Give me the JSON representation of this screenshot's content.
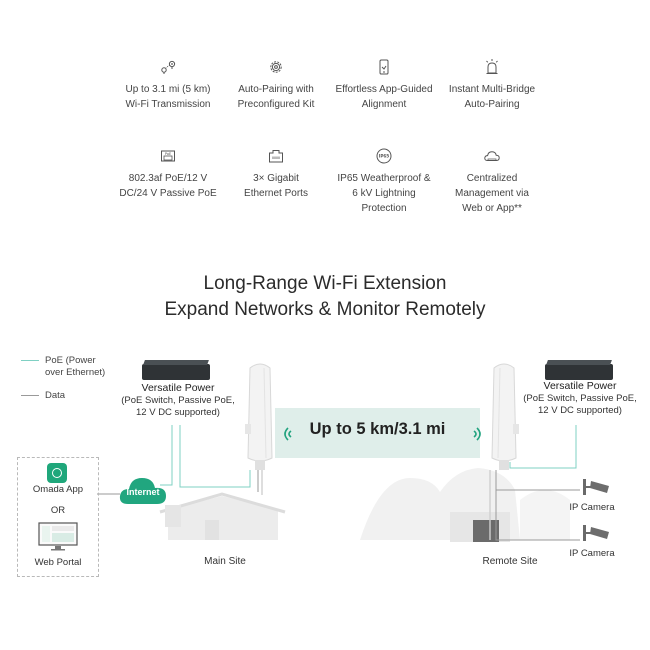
{
  "features": [
    {
      "icon": "location-range-icon",
      "line1": "Up to 3.1 mi (5 km)",
      "line2": "Wi-Fi Transmission",
      "line3": ""
    },
    {
      "icon": "gear-icon",
      "line1": "Auto-Pairing with",
      "line2": "Preconfigured Kit",
      "line3": ""
    },
    {
      "icon": "phone-icon",
      "line1": "Effortless App-Guided",
      "line2": "Alignment",
      "line3": ""
    },
    {
      "icon": "beacon-icon",
      "line1": "Instant Multi-Bridge",
      "line2": "Auto-Pairing",
      "line3": ""
    },
    {
      "icon": "poe-port-icon",
      "line1": "802.3af PoE/12 V",
      "line2": "DC/24 V Passive PoE",
      "line3": ""
    },
    {
      "icon": "ethernet-port-icon",
      "line1": "3× Gigabit",
      "line2": "Ethernet Ports",
      "line3": ""
    },
    {
      "icon": "ip65-badge-icon",
      "line1": "IP65 Weatherproof &",
      "line2": "6 kV Lightning",
      "line3": "Protection"
    },
    {
      "icon": "cloud-icon",
      "line1": "Centralized",
      "line2": "Management via",
      "line3": "Web or App**"
    }
  ],
  "headline": {
    "line1": "Long-Range Wi-Fi Extension",
    "line2": "Expand Networks & Monitor Remotely"
  },
  "legend": {
    "poe_line1": "PoE (Power",
    "poe_line2": "over Ethernet)",
    "data": "Data",
    "poe_color": "#7fd0c3",
    "data_color": "#9a9a9a"
  },
  "left_power": {
    "line1": "Versatile Power",
    "line2": "(PoE Switch, Passive PoE,",
    "line3": "12 V DC supported)"
  },
  "right_power": {
    "line1": "Versatile Power",
    "line2": "(PoE Switch, Passive PoE,",
    "line3": "12 V DC supported)"
  },
  "range_banner": "Up to 5 km/3.1 mi",
  "internet": "Internet",
  "management": {
    "app": "Omada App",
    "or": "OR",
    "portal": "Web Portal"
  },
  "sites": {
    "main": "Main Site",
    "remote": "Remote Site"
  },
  "cameras": [
    "IP Camera",
    "IP Camera"
  ],
  "colors": {
    "accent": "#20a37f",
    "banner": "#dfeeea",
    "poe": "#7fd0c3"
  }
}
